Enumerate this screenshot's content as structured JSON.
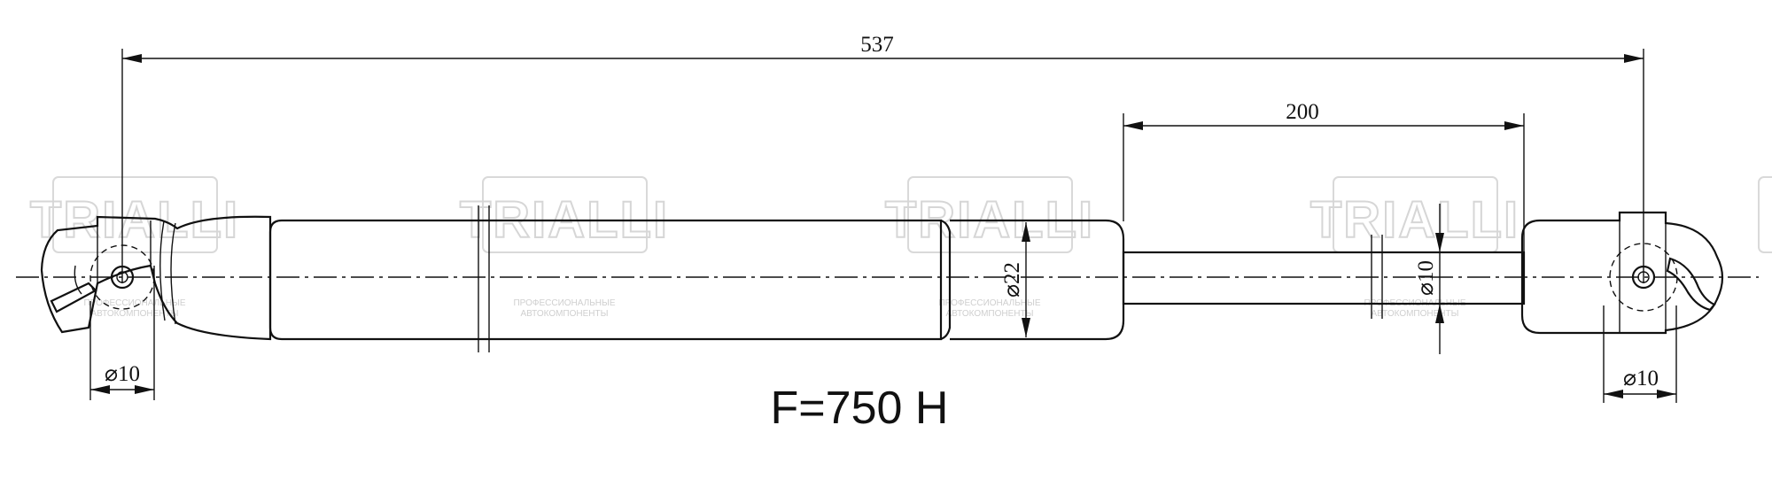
{
  "watermark": {
    "brand": "TRIALLI",
    "tagline_1": "ПРОФЕССИОНАЛЬНЫЕ",
    "tagline_2": "АВТОКОМПОНЕНТЫ"
  },
  "dimensions": {
    "overall_length": "537",
    "stroke": "200",
    "body_diameter": "⌀22",
    "rod_diameter": "⌀10",
    "left_eye_diameter": "⌀10",
    "right_eye_diameter": "⌀10"
  },
  "force_label": "F=750 Н"
}
